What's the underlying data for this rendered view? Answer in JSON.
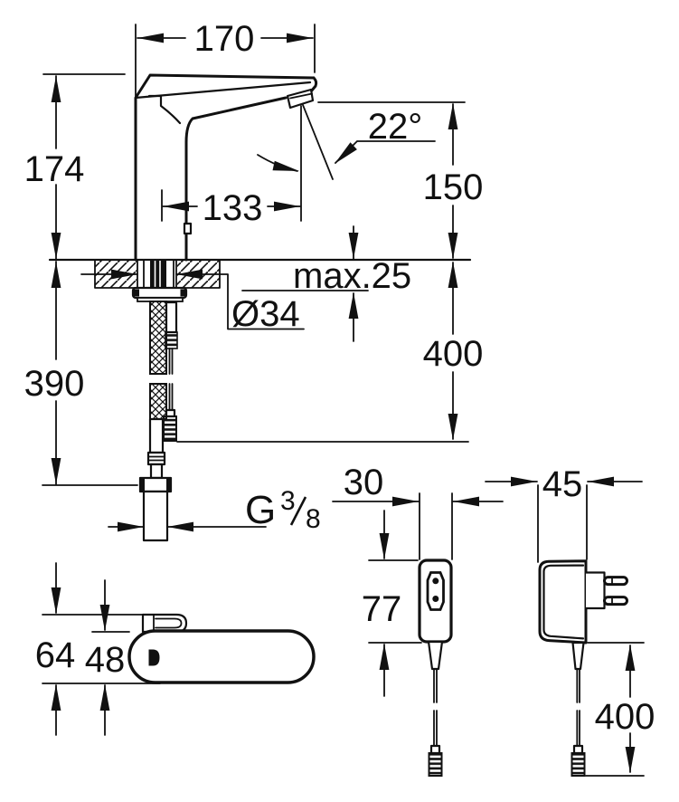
{
  "colors": {
    "line": "#111111",
    "background": "#ffffff"
  },
  "side_view": {
    "overall_width": "170",
    "height_above_deck": "174",
    "spout_reach": "133",
    "spout_angle": "22°",
    "outlet_height": "150",
    "deck_thickness_max": "max.25",
    "hole_diameter": "Ø34",
    "hose_length_below_deck": "390",
    "sensor_cable_length": "400",
    "supply_thread": {
      "letter": "G",
      "numerator": "3",
      "denominator": "8"
    }
  },
  "top_view": {
    "overall_depth": "64",
    "body_depth": "48"
  },
  "power_supply": {
    "socket_unit_width": "30",
    "socket_unit_height": "77",
    "plug_width": "45",
    "plug_cable_length": "400"
  }
}
